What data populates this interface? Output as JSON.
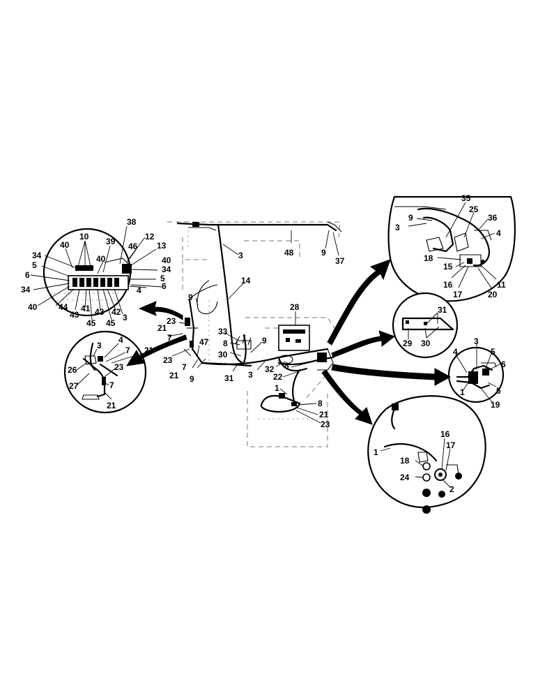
{
  "callouts": {
    "main": [
      {
        "t": "48"
      },
      {
        "t": "9"
      },
      {
        "t": "37"
      },
      {
        "t": "3"
      },
      {
        "t": "14"
      },
      {
        "t": "9"
      },
      {
        "t": "23"
      },
      {
        "t": "21"
      },
      {
        "t": "7"
      },
      {
        "t": "47"
      },
      {
        "t": "23"
      },
      {
        "t": "7"
      },
      {
        "t": "21"
      },
      {
        "t": "9"
      },
      {
        "t": "33"
      },
      {
        "t": "8"
      },
      {
        "t": "30"
      },
      {
        "t": "9"
      },
      {
        "t": "31"
      },
      {
        "t": "3"
      },
      {
        "t": "28"
      },
      {
        "t": "32"
      },
      {
        "t": "8"
      },
      {
        "t": "22"
      },
      {
        "t": "1"
      },
      {
        "t": "8"
      },
      {
        "t": "21"
      },
      {
        "t": "23"
      }
    ],
    "detail_fuse": [
      {
        "t": "38"
      },
      {
        "t": "10"
      },
      {
        "t": "12"
      },
      {
        "t": "46"
      },
      {
        "t": "39"
      },
      {
        "t": "13"
      },
      {
        "t": "40"
      },
      {
        "t": "34"
      },
      {
        "t": "40"
      },
      {
        "t": "40"
      },
      {
        "t": "34"
      },
      {
        "t": "5"
      },
      {
        "t": "6"
      },
      {
        "t": "5"
      },
      {
        "t": "34"
      },
      {
        "t": "4"
      },
      {
        "t": "6"
      },
      {
        "t": "40"
      },
      {
        "t": "44"
      },
      {
        "t": "43"
      },
      {
        "t": "41"
      },
      {
        "t": "43"
      },
      {
        "t": "42"
      },
      {
        "t": "3"
      },
      {
        "t": "45"
      },
      {
        "t": "45"
      }
    ],
    "detail_pedal": [
      {
        "t": "3"
      },
      {
        "t": "4"
      },
      {
        "t": "7"
      },
      {
        "t": "21"
      },
      {
        "t": "26"
      },
      {
        "t": "23"
      },
      {
        "t": "27"
      },
      {
        "t": "7"
      },
      {
        "t": "21"
      }
    ],
    "detail_topright": [
      {
        "t": "35"
      },
      {
        "t": "25"
      },
      {
        "t": "9"
      },
      {
        "t": "36"
      },
      {
        "t": "3"
      },
      {
        "t": "4"
      },
      {
        "t": "18"
      },
      {
        "t": "15"
      },
      {
        "t": "16"
      },
      {
        "t": "11"
      },
      {
        "t": "17"
      },
      {
        "t": "20"
      }
    ],
    "detail_bracket": [
      {
        "t": "31"
      },
      {
        "t": "29"
      },
      {
        "t": "30"
      }
    ],
    "detail_connector": [
      {
        "t": "4"
      },
      {
        "t": "3"
      },
      {
        "t": "5"
      },
      {
        "t": "6"
      },
      {
        "t": "1"
      },
      {
        "t": "5"
      },
      {
        "t": "19"
      }
    ],
    "detail_lamp": [
      {
        "t": "16"
      },
      {
        "t": "17"
      },
      {
        "t": "1"
      },
      {
        "t": "18"
      },
      {
        "t": "24"
      },
      {
        "t": "2"
      }
    ]
  }
}
